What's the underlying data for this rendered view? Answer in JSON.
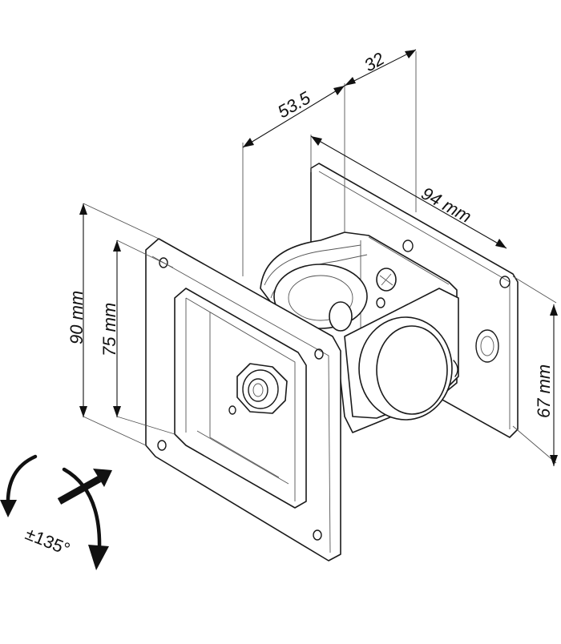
{
  "dimensions": {
    "depth_total": "53.5",
    "depth_small": "32",
    "width_back": "94 mm",
    "height_outer": "90 mm",
    "height_inner": "75 mm",
    "height_back": "67 mm"
  },
  "rotation": {
    "label": "±135°"
  },
  "colors": {
    "line": "#1a1a1a",
    "background": "#ffffff"
  }
}
